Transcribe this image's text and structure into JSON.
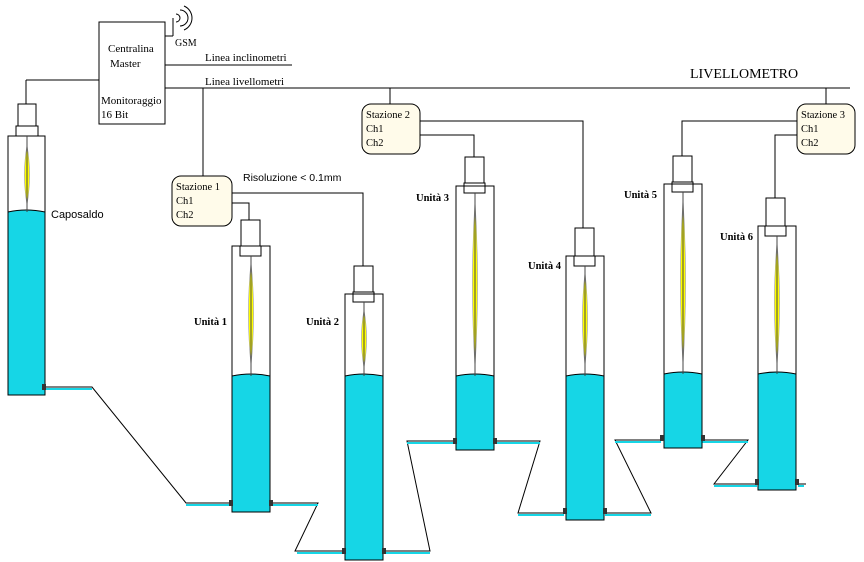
{
  "title": "LIVELLOMETRO",
  "master": {
    "line1": "Centralina",
    "line2": "Master",
    "line3": "Monitoraggio",
    "line4": "16 Bit"
  },
  "gsm_label": "GSM",
  "lines": {
    "inclinometers": "Linea inclinometri",
    "levelmeters": "Linea livellometri"
  },
  "resolution_label": "Risoluzione < 0.1mm",
  "stations": [
    {
      "title": "Stazione 1",
      "ch1": "Ch1",
      "ch2": "Ch2"
    },
    {
      "title": "Stazione 2",
      "ch1": "Ch1",
      "ch2": "Ch2"
    },
    {
      "title": "Stazione 3",
      "ch1": "Ch1",
      "ch2": "Ch2"
    }
  ],
  "units": {
    "reference": "Caposaldo",
    "u1": "Unità 1",
    "u2": "Unità 2",
    "u3": "Unità 3",
    "u4": "Unità 4",
    "u5": "Unità 5",
    "u6": "Unità 6"
  },
  "colors": {
    "water": "#16d6e6",
    "float": "#ffff00",
    "line": "#000000",
    "station_fill": "#fffbea"
  }
}
